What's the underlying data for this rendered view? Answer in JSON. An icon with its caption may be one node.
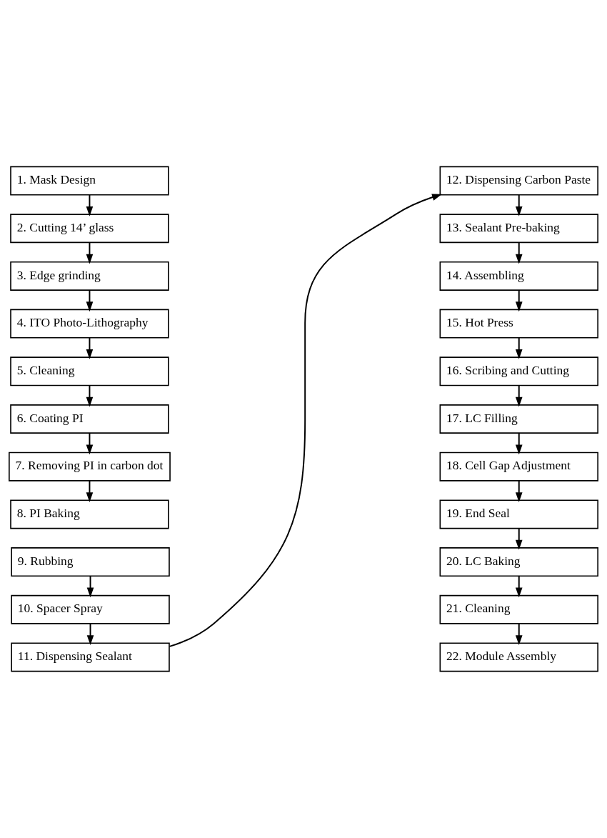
{
  "diagram": {
    "nodes": [
      {
        "text": [
          "1. Mask Design"
        ]
      },
      {
        "text": [
          "2. Cutting 14’ glass"
        ]
      },
      {
        "text": [
          "3. Edge grinding"
        ]
      },
      {
        "text": [
          "4. ITO Photo-Lithography"
        ]
      },
      {
        "text": [
          "5. Cleaning"
        ]
      },
      {
        "text": [
          "6. Coating PI"
        ]
      },
      {
        "text": [
          "7. Removing PI in carbon dot"
        ]
      },
      {
        "text": [
          "8. PI Baking"
        ]
      },
      {
        "text": [
          "9. Rubbing"
        ]
      },
      {
        "text": [
          "10. Spacer Spray"
        ]
      },
      {
        "text": [
          "11. Dispensing Sealant"
        ]
      },
      {
        "text": [
          "12. Dispensing Carbon Paste"
        ]
      },
      {
        "text": [
          "13. Sealant Pre-baking"
        ]
      },
      {
        "text": [
          "14. Assembling"
        ]
      },
      {
        "text": [
          "15. Hot Press"
        ]
      },
      {
        "text": [
          "16. Scribing and Cutting"
        ]
      },
      {
        "text": [
          "17. LC Filling"
        ]
      },
      {
        "text": [
          "18. Cell Gap Adjustment"
        ]
      },
      {
        "text": [
          "19. End Seal"
        ]
      },
      {
        "text": [
          "20. LC Baking"
        ]
      },
      {
        "text": [
          "21. Cleaning"
        ]
      },
      {
        "text": [
          "22. Module Assembly"
        ]
      }
    ],
    "edges": [
      {
        "from": 0,
        "to": 1,
        "arrow": "to"
      },
      {
        "from": 1,
        "to": 2,
        "arrow": "to"
      },
      {
        "from": 2,
        "to": 3,
        "arrow": "to"
      },
      {
        "from": 3,
        "to": 4,
        "arrow": "to"
      },
      {
        "from": 4,
        "to": 5,
        "arrow": "to"
      },
      {
        "from": 5,
        "to": 6,
        "arrow": "to"
      },
      {
        "from": 6,
        "to": 7,
        "arrow": "to"
      },
      {
        "from": 8,
        "to": 9,
        "arrow": "to"
      },
      {
        "from": 9,
        "to": 10,
        "arrow": "to"
      },
      {
        "from": 10,
        "to": 11,
        "arrow": "to"
      },
      {
        "from": 11,
        "to": 12,
        "arrow": "to"
      },
      {
        "from": 12,
        "to": 13,
        "arrow": "to"
      },
      {
        "from": 13,
        "to": 14,
        "arrow": "to"
      },
      {
        "from": 14,
        "to": 15,
        "arrow": "to"
      },
      {
        "from": 15,
        "to": 16,
        "arrow": "to"
      },
      {
        "from": 16,
        "to": 17,
        "arrow": "to"
      },
      {
        "from": 17,
        "to": 18,
        "arrow": "to"
      },
      {
        "from": 18,
        "to": 19,
        "arrow": "to"
      },
      {
        "from": 19,
        "to": 20,
        "arrow": "to"
      },
      {
        "from": 20,
        "to": 21,
        "arrow": "to"
      }
    ]
  }
}
